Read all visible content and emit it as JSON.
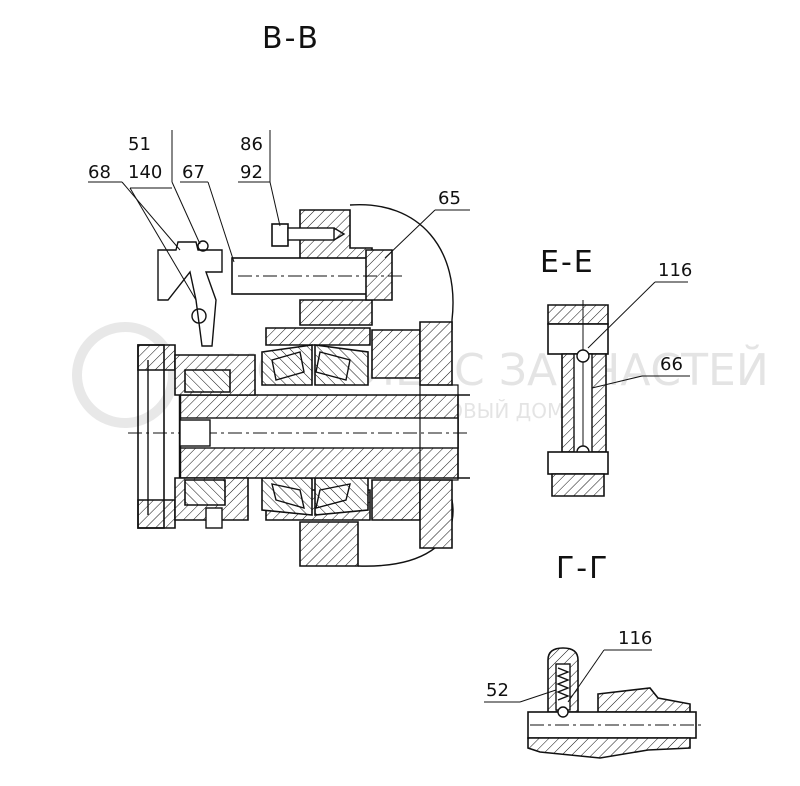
{
  "sections": {
    "b_b": "В-В",
    "e_e": "Е-Е",
    "g_g": "Г-Г"
  },
  "callouts": {
    "c51": "51",
    "c140": "140",
    "c68": "68",
    "c67": "67",
    "c86": "86",
    "c92": "92",
    "c65": "65",
    "c116a": "116",
    "c66": "66",
    "c116b": "116",
    "c52": "52"
  },
  "watermark": {
    "main": "КОМПЛЕКС ЗАПЧАСТЕЙ",
    "sub": "ТОРГОВЫЙ ДОМ"
  }
}
